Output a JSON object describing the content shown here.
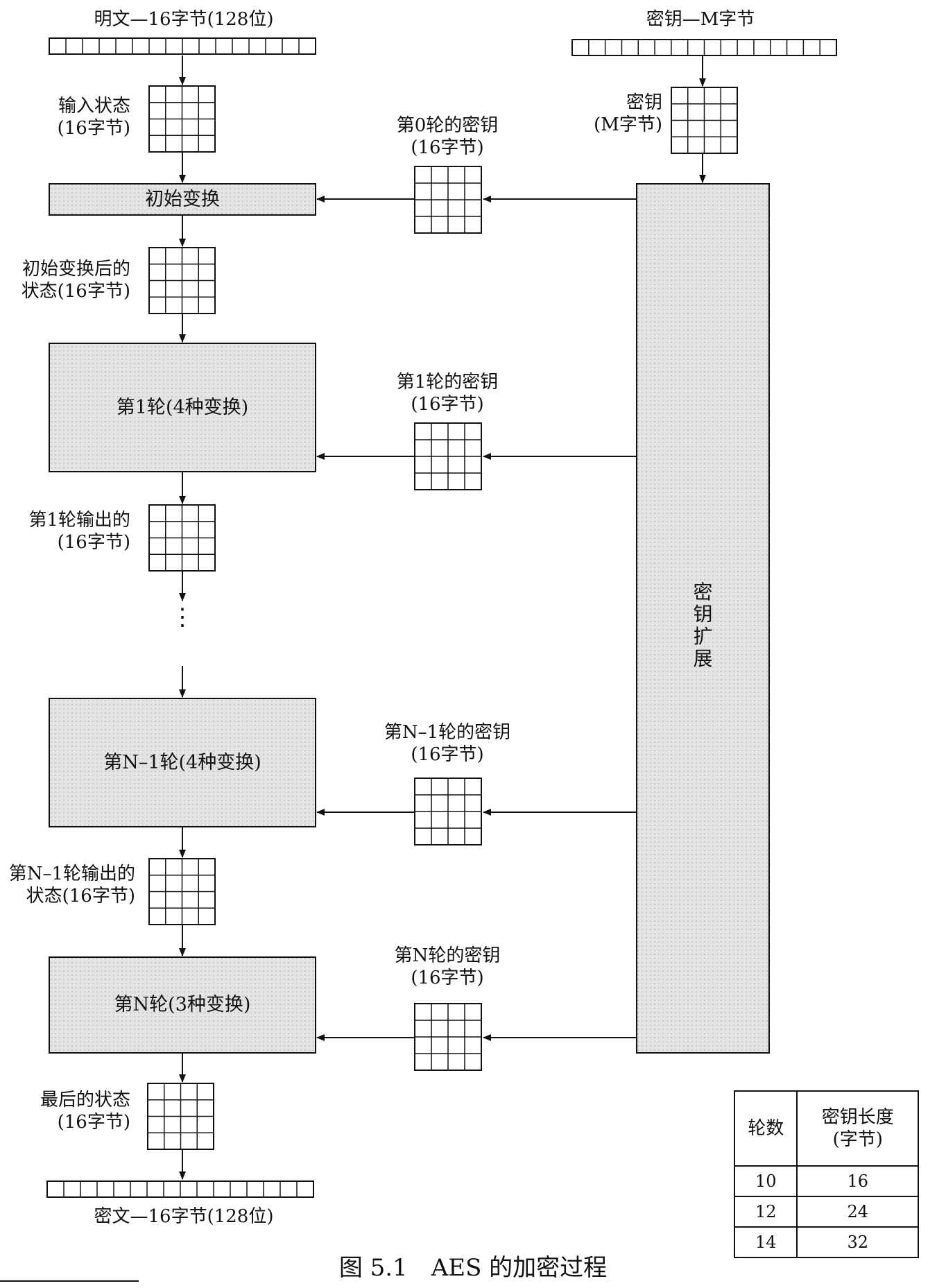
{
  "plaintext_label": "明文—16字节(128位)",
  "key_label": "密钥—M字节",
  "input_state_label": "输入状态\n(16字节)",
  "key_matrix_label": "密钥\n(M字节)",
  "round0_key_label": "第0轮的密钥\n(16字节)",
  "initial_transform": "初始变换",
  "after_initial_label": "初始变换后的\n状态(16字节)",
  "round1_box": "第1轮(4种变换)",
  "round1_key_label": "第1轮的密钥\n(16字节)",
  "round1_output_label": "第1轮输出的\n(16字节)",
  "ellipsis": "⋮",
  "key_expansion": "密\n钥\n扩\n展",
  "roundN1_box": "第N–1轮(4种变换)",
  "roundN1_key_label": "第N–1轮的密钥\n(16字节)",
  "roundN1_output_label": "第N–1轮输出的\n状态(16字节)",
  "roundN_box": "第N轮(3种变换)",
  "roundN_key_label": "第N轮的密钥\n(16字节)",
  "final_state_label": "最后的状态\n(16字节)",
  "ciphertext_label": "密文—16字节(128位)",
  "key_table": {
    "headers": [
      "轮数",
      "密钥长度\n(字节)"
    ],
    "rows": [
      [
        "10",
        "16"
      ],
      [
        "12",
        "24"
      ],
      [
        "14",
        "32"
      ]
    ]
  },
  "caption": "图 5.1　AES 的加密过程"
}
